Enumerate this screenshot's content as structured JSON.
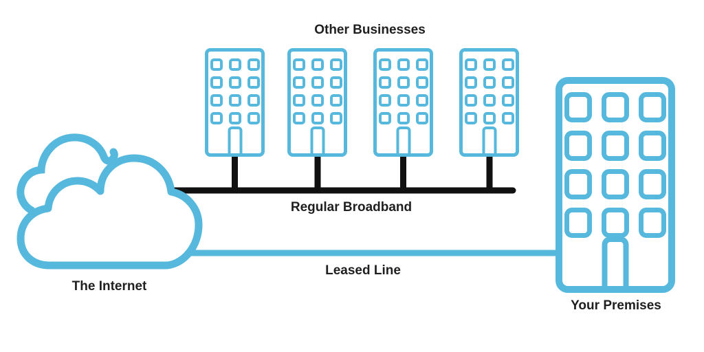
{
  "labels": {
    "other_businesses": "Other Businesses",
    "regular_broadband": "Regular Broadband",
    "leased_line": "Leased Line",
    "the_internet": "The Internet",
    "your_premises": "Your Premises"
  },
  "diagram": {
    "type": "network-comparison-diagram",
    "other_businesses_building_count": 4,
    "connections": [
      {
        "from": "The Internet",
        "to": "Other Businesses",
        "label": "Regular Broadband",
        "line_color": "#111111",
        "style": "shared trunk with drops to each building"
      },
      {
        "from": "The Internet",
        "to": "Your Premises",
        "label": "Leased Line",
        "line_color": "#55B8DC",
        "style": "dedicated direct line"
      }
    ]
  },
  "colors": {
    "accent_blue": "#55B8DC",
    "broadband_black": "#111111",
    "text": "#1F1F1F",
    "background": "#FFFFFF"
  }
}
